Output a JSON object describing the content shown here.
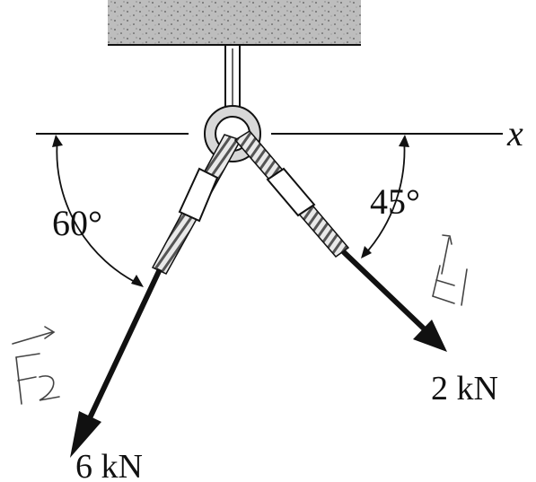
{
  "diagram": {
    "axis_label": "x",
    "angle_left": "60°",
    "angle_right": "45°",
    "force_left": "6 kN",
    "force_right": "2 kN",
    "annotation_left": "F2",
    "annotation_right": "F1",
    "colors": {
      "ink": "#111111",
      "ceiling": "#b9b9b9",
      "cable_band": "#ffffff"
    }
  }
}
